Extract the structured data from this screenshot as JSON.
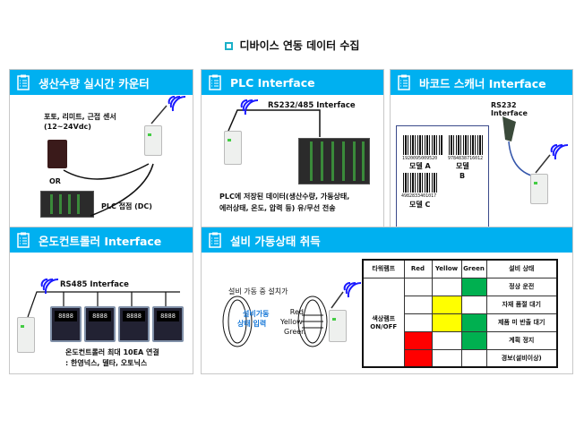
{
  "title": "디바이스 연동 데이터 수집",
  "panels": {
    "counter": {
      "title": "생산수량 실시간 카운터",
      "sensor": "포토, 리미트, 근접 센서",
      "voltage": "(12~24Vdc)",
      "or": "OR",
      "plc_contact": "PLC 접점 (DC)"
    },
    "plc": {
      "title": "PLC Interface",
      "iface": "RS232/485 Interface",
      "desc1": "PLC에 저장된 데이터(생산수량, 가동상태,",
      "desc2": "에러상태, 온도, 압력 등) 유/무선 전송"
    },
    "barcode": {
      "title": "바코드 스캐너 Interface",
      "iface1": "RS232",
      "iface2": "Interface",
      "codes": [
        "1920095009520",
        "9784838716012",
        "4982833401017"
      ],
      "models": [
        "모델 A",
        "모델",
        "B",
        "모델 C"
      ]
    },
    "temp": {
      "title": "온도컨트롤러 Interface",
      "iface": "RS485 Interface",
      "display": "8888",
      "desc1": "온도컨트롤러 최대 10EA 연결",
      "desc2": ": 한영넉스, 델타, 오토닉스"
    },
    "status": {
      "title": "설비 가동상태 취득",
      "install": "설비 가동 중 설치가",
      "input1": "설비가동",
      "input2": "상태 입력",
      "lamps": [
        "Red",
        "Yellow",
        "Green"
      ],
      "table": {
        "headers": [
          "타워램프",
          "Red",
          "Yellow",
          "Green",
          "설비 상태"
        ],
        "row_label1": "색상램프",
        "row_label2": "ON/OFF",
        "rows": [
          {
            "state": "정상 운전",
            "on": [
              false,
              false,
              true
            ]
          },
          {
            "state": "자재 품절 대기",
            "on": [
              false,
              true,
              false
            ]
          },
          {
            "state": "제품 미 반출 대기",
            "on": [
              false,
              true,
              true
            ]
          },
          {
            "state": "계획 정지",
            "on": [
              true,
              false,
              true
            ]
          },
          {
            "state": "경보(설비이상)",
            "on": [
              true,
              false,
              false
            ]
          }
        ]
      }
    }
  },
  "colors": {
    "header": "#00b0f0",
    "red": "#ff0000",
    "yellow": "#ffff00",
    "green": "#00b050",
    "wifi": "#1a1aff"
  }
}
